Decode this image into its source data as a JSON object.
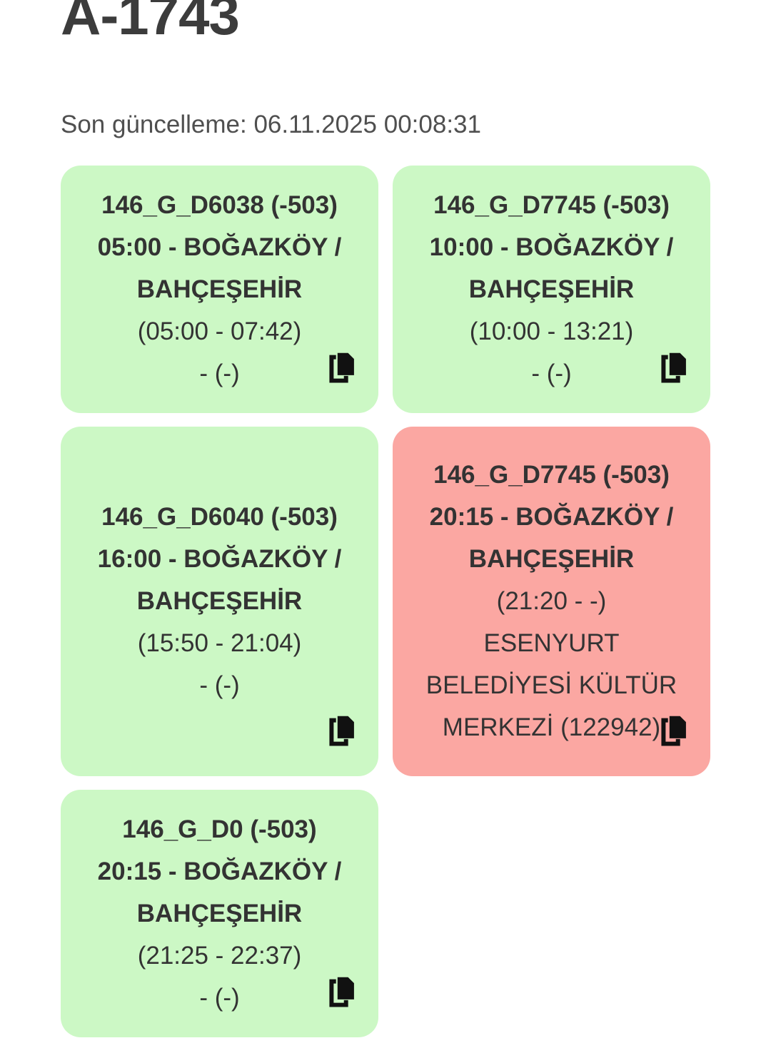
{
  "header": {
    "title": "A-1743",
    "last_update": "Son güncelleme: 06.11.2025 00:08:31"
  },
  "colors": {
    "card_green": "#ccf8c5",
    "card_red": "#fba7a2",
    "card_text": "#333333",
    "title_text": "#3c3c3c",
    "icon_black": "#111111"
  },
  "icons": {
    "copy": "copy-pages-icon"
  },
  "cards": [
    {
      "variant": "green",
      "lines": [
        "146_G_D6038 (-503)",
        "05:00 - BOĞAZKÖY /",
        "BAHÇEŞEHİR",
        "(05:00 - 07:42)",
        "- (-)"
      ]
    },
    {
      "variant": "green",
      "lines": [
        "146_G_D7745 (-503)",
        "10:00 - BOĞAZKÖY /",
        "BAHÇEŞEHİR",
        "(10:00 - 13:21)",
        "- (-)"
      ]
    },
    {
      "variant": "green",
      "lines": [
        "146_G_D6040 (-503)",
        "16:00 - BOĞAZKÖY /",
        "BAHÇEŞEHİR",
        "(15:50 - 21:04)",
        "- (-)"
      ]
    },
    {
      "variant": "red",
      "lines": [
        "146_G_D7745 (-503)",
        "20:15 - BOĞAZKÖY /",
        "BAHÇEŞEHİR",
        "(21:20 - -)",
        "ESENYURT",
        "BELEDİYESİ KÜLTÜR",
        "MERKEZİ (122942)"
      ]
    },
    {
      "variant": "green",
      "lines": [
        "146_G_D0 (-503)",
        "20:15 - BOĞAZKÖY /",
        "BAHÇEŞEHİR",
        "(21:25 - 22:37)",
        "- (-)"
      ]
    }
  ]
}
